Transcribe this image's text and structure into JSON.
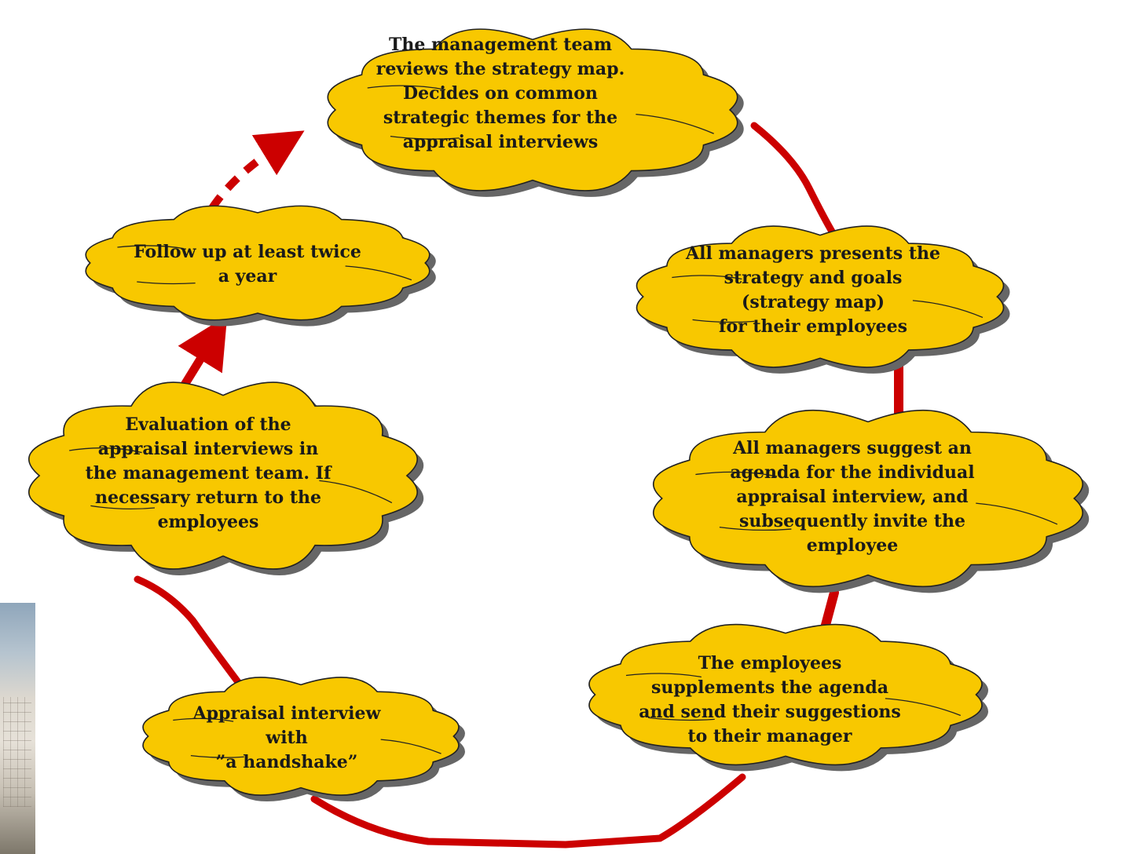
{
  "diagram": {
    "colors": {
      "cloud_fill": "#F8C800",
      "cloud_stroke": "#222222",
      "cloud_shadow": "#666666",
      "connector": "#CC0000",
      "text": "#1a1a1a"
    },
    "nodes": [
      {
        "id": "review",
        "text": "The management team\nreviews the strategy map.\n Decides on common\nstrategic themes for the\nappraisal interviews"
      },
      {
        "id": "present",
        "text": "All managers presents the\nstrategy and goals\n(strategy map)\nfor their employees"
      },
      {
        "id": "agenda",
        "text": "All managers suggest an\nagenda for the individual\nappraisal interview, and\nsubsequently invite the\nemployee"
      },
      {
        "id": "supplement",
        "text": "The employees\nsupplements the agenda\nand send their suggestions\nto their manager"
      },
      {
        "id": "interview",
        "text": "Appraisal interview\nwith\n”a handshake”"
      },
      {
        "id": "evaluation",
        "text": "Evaluation of the\nappraisal interviews in\nthe management team. If\nnecessary return to the\nemployees"
      },
      {
        "id": "followup",
        "text": "Follow up at least twice\na year"
      }
    ],
    "edges": [
      {
        "from": "review",
        "to": "present",
        "style": "solid"
      },
      {
        "from": "present",
        "to": "agenda",
        "style": "solid"
      },
      {
        "from": "agenda",
        "to": "supplement",
        "style": "solid"
      },
      {
        "from": "supplement",
        "to": "interview",
        "style": "solid"
      },
      {
        "from": "interview",
        "to": "evaluation",
        "style": "solid"
      },
      {
        "from": "evaluation",
        "to": "followup",
        "style": "arrow"
      },
      {
        "from": "followup",
        "to": "review",
        "style": "dashed-arrow"
      }
    ],
    "photo_fragment": "photo-fragment"
  }
}
